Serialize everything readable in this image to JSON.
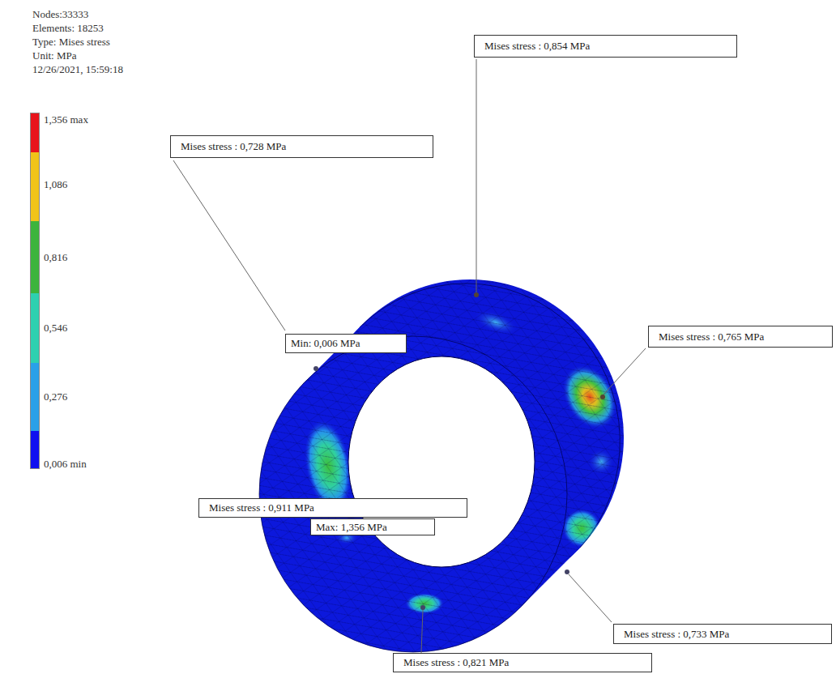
{
  "diagram": {
    "nodes": [
      {
        "text": [
          "Mises stress : 0,854 MPa"
        ]
      },
      {
        "text": [
          "Mises stress : 0,728 MPa"
        ]
      },
      {
        "text": [
          "Mises stress : 0,765 MPa"
        ]
      },
      {
        "text": [
          "Min: 0,006 MPa"
        ]
      },
      {
        "text": [
          "Mises stress : 0,911 MPa"
        ]
      },
      {
        "text": [
          "Max: 1,356 MPa"
        ]
      },
      {
        "text": [
          "Mises stress : 0,733 MPa"
        ]
      },
      {
        "text": [
          "Mises stress : 0,821 MPa"
        ]
      }
    ],
    "labels": [
      "Nodes:33333",
      "Elements: 18253",
      "Type: Mises stress",
      "Unit: MPa",
      "12/26/2021, 15:59:18"
    ],
    "legend": [
      {
        "text": "1,356 max",
        "color": "#e8141c"
      },
      {
        "text": "1,086",
        "color": "#f0c419"
      },
      {
        "text": "0,816",
        "color": "#3cb43c"
      },
      {
        "text": "0,546",
        "color": "#2ed0b0"
      },
      {
        "text": "0,276",
        "color": "#2aa0e8"
      },
      {
        "text": "0,006 min",
        "color": "#1010f0"
      }
    ]
  }
}
